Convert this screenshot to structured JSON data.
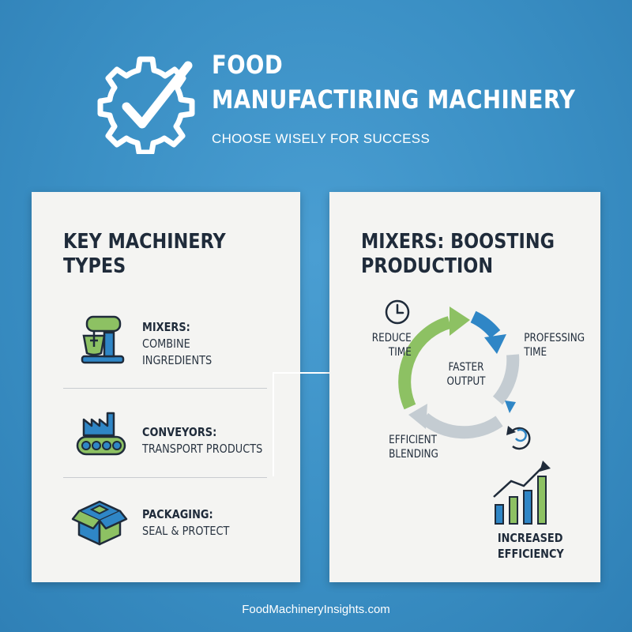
{
  "header": {
    "title_line1": "FOOD",
    "title_line2": "MANUFACTIRING MACHINERY",
    "subtitle": "CHOOSE WISELY FOR SUCCESS"
  },
  "left_card": {
    "title_line1": "KEY MACHINERY",
    "title_line2": "TYPES",
    "items": [
      {
        "label": "MIXERS:",
        "desc_line1": "COMBINE",
        "desc_line2": "INGREDIENTS",
        "icon": "stand-mixer-icon"
      },
      {
        "label": "CONVEYORS:",
        "desc_line1": "TRANSPORT PRODUCTS",
        "icon": "conveyor-factory-icon"
      },
      {
        "label": "PACKAGING:",
        "desc_line1": "SEAL & PROTECT",
        "icon": "package-box-icon"
      }
    ]
  },
  "right_card": {
    "title_line1": "MIXERS: BOOSTING",
    "title_line2": "PRODUCTION",
    "cycle": {
      "center_line1": "FASTER",
      "center_line2": "OUTPUT",
      "reduce_line1": "REDUCE",
      "reduce_line2": "TIME",
      "processing_line1": "PROFESSING",
      "processing_line2": "TIME",
      "blending_line1": "EFFICIENT",
      "blending_line2": "BLENDING"
    },
    "efficiency_line1": "INCREASED",
    "efficiency_line2": "EFFICIENCY",
    "icons": [
      "clock-icon",
      "refresh-cycle-icon",
      "bar-chart-growth-icon"
    ]
  },
  "colors": {
    "background": "#3a8fc4",
    "card": "#f4f4f2",
    "text_dark": "#1f2b3a",
    "green": "#8dc163",
    "blue": "#2f86c6",
    "gray": "#c4ccd2"
  },
  "footer": {
    "site": "FoodMachineryInsights.com"
  }
}
